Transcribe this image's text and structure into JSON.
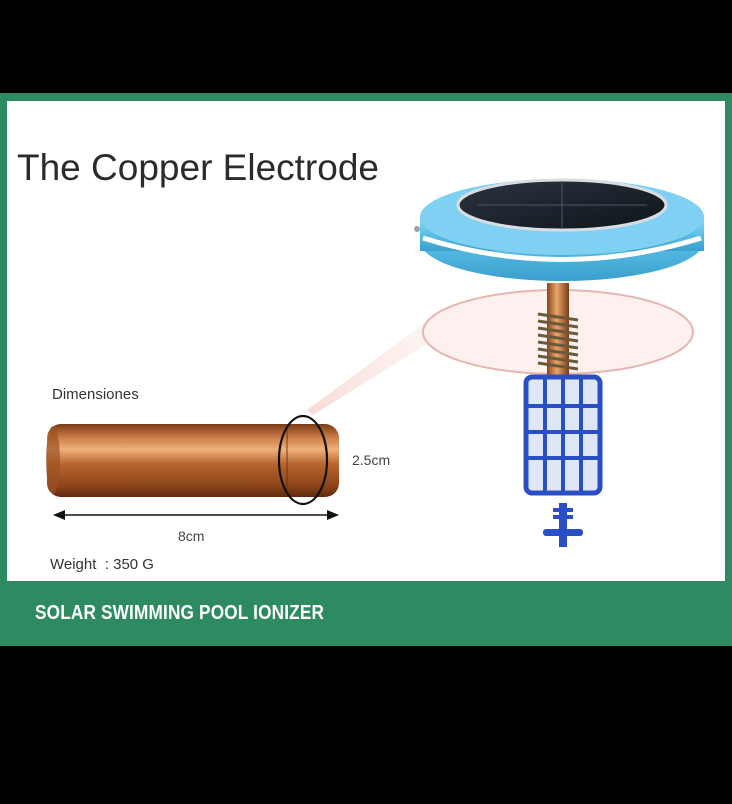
{
  "title": "The Copper Electrode",
  "dimensions_label": "Dimensiones",
  "length_label": "8cm",
  "diameter_label": "2.5cm",
  "weight": {
    "label": "Weight",
    "value": ": 350 G"
  },
  "footer": {
    "label": "SOLAR SWIMMING POOL IONIZER"
  },
  "colors": {
    "brand_green": "#2e8b61",
    "copper": "#b8652d",
    "float_blue": "#5bbfe8",
    "basket_blue": "#2a4fc4"
  },
  "icons": [
    "copper-electrode-illustration",
    "solar-pool-ionizer-illustration"
  ]
}
